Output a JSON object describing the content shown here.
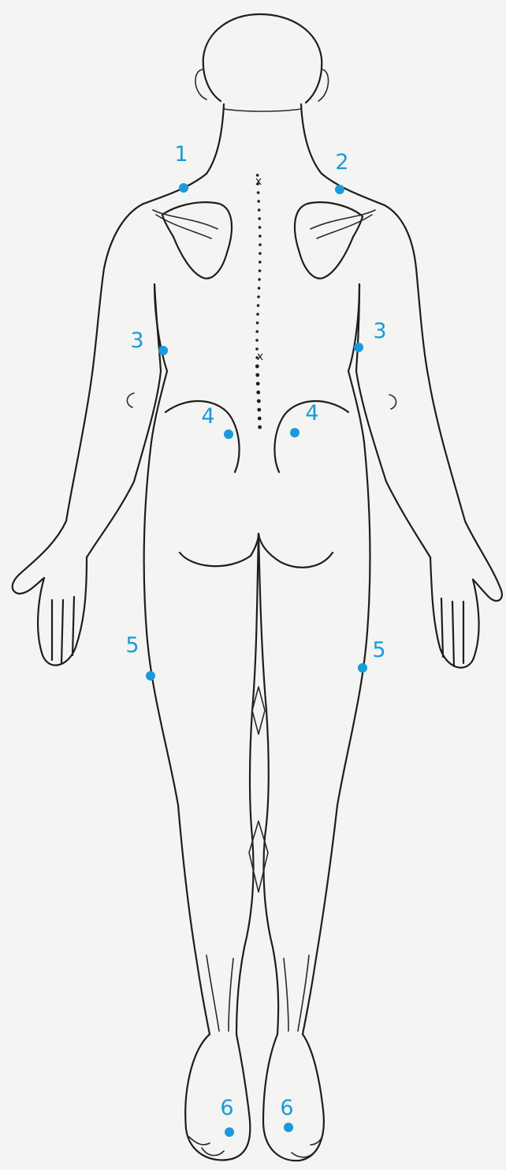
{
  "figure": {
    "view": "posterior",
    "marker_color": "#1a9ad9",
    "line_color": "#1e1e1e",
    "background": "#f4f4f2",
    "spine_marks": [
      "x",
      "x"
    ],
    "points": [
      {
        "id": "p1",
        "label": "1",
        "site": "left-upper-trapezius"
      },
      {
        "id": "p2",
        "label": "2",
        "site": "right-upper-trapezius"
      },
      {
        "id": "p3l",
        "label": "3",
        "site": "left-lateral-arm"
      },
      {
        "id": "p3r",
        "label": "3",
        "site": "right-lateral-arm"
      },
      {
        "id": "p4l",
        "label": "4",
        "site": "left-lower-back"
      },
      {
        "id": "p4r",
        "label": "4",
        "site": "right-lower-back"
      },
      {
        "id": "p5l",
        "label": "5",
        "site": "left-lateral-thigh"
      },
      {
        "id": "p5r",
        "label": "5",
        "site": "right-lateral-thigh"
      },
      {
        "id": "p6l",
        "label": "6",
        "site": "left-heel"
      },
      {
        "id": "p6r",
        "label": "6",
        "site": "right-heel"
      }
    ]
  }
}
